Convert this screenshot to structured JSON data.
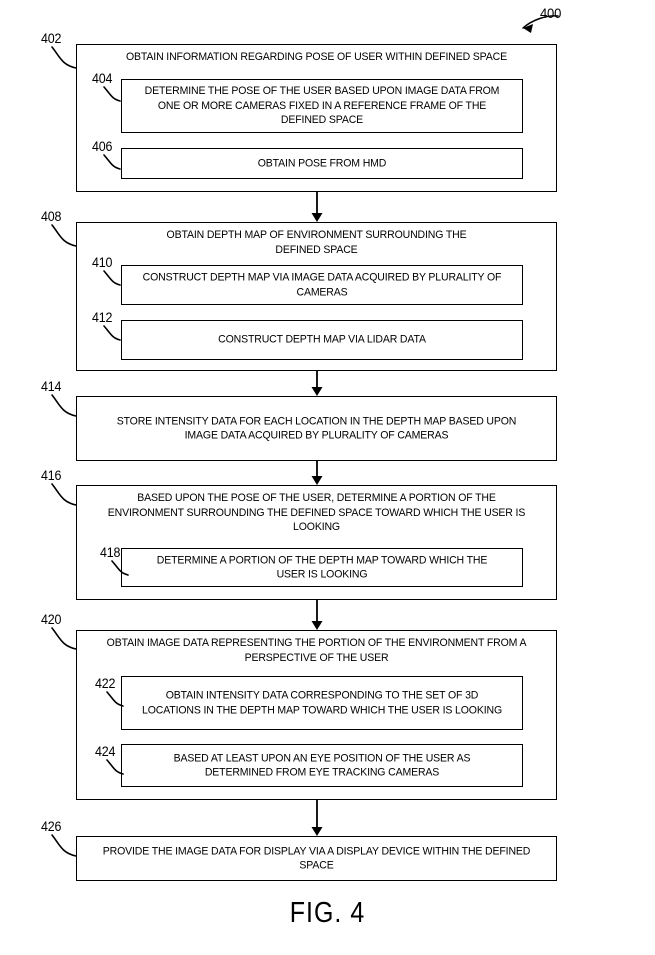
{
  "figure": {
    "number_label": "400",
    "caption": "FIG. 4"
  },
  "steps": [
    {
      "ref": "402",
      "text": "OBTAIN INFORMATION REGARDING POSE OF USER WITHIN DEFINED SPACE",
      "substeps": [
        {
          "ref": "404",
          "text": "DETERMINE THE POSE OF THE USER BASED UPON IMAGE DATA FROM ONE OR MORE CAMERAS FIXED IN A REFERENCE FRAME OF THE DEFINED SPACE"
        },
        {
          "ref": "406",
          "text": "OBTAIN POSE FROM HMD"
        }
      ]
    },
    {
      "ref": "408",
      "text": "OBTAIN DEPTH MAP OF ENVIRONMENT SURROUNDING THE DEFINED SPACE",
      "substeps": [
        {
          "ref": "410",
          "text": "CONSTRUCT DEPTH MAP VIA IMAGE DATA ACQUIRED BY PLURALITY OF CAMERAS"
        },
        {
          "ref": "412",
          "text": "CONSTRUCT DEPTH MAP VIA LIDAR DATA"
        }
      ]
    },
    {
      "ref": "414",
      "text": "STORE INTENSITY DATA FOR EACH LOCATION IN THE DEPTH MAP BASED UPON IMAGE DATA ACQUIRED BY PLURALITY OF CAMERAS",
      "substeps": []
    },
    {
      "ref": "416",
      "text": "BASED UPON THE POSE OF THE USER, DETERMINE A PORTION OF THE ENVIRONMENT SURROUNDING THE DEFINED SPACE TOWARD WHICH THE USER IS LOOKING",
      "substeps": [
        {
          "ref": "418",
          "text": "DETERMINE A PORTION OF THE DEPTH MAP TOWARD WHICH THE USER IS LOOKING"
        }
      ]
    },
    {
      "ref": "420",
      "text": "OBTAIN IMAGE DATA REPRESENTING THE PORTION OF THE ENVIRONMENT FROM A PERSPECTIVE OF THE USER",
      "substeps": [
        {
          "ref": "422",
          "text": "OBTAIN INTENSITY DATA CORRESPONDING TO THE SET OF 3D LOCATIONS IN THE DEPTH MAP TOWARD WHICH THE USER IS LOOKING"
        },
        {
          "ref": "424",
          "text": "BASED AT LEAST UPON AN EYE POSITION OF THE USER AS DETERMINED FROM EYE TRACKING CAMERAS"
        }
      ]
    },
    {
      "ref": "426",
      "text": "PROVIDE THE IMAGE DATA FOR DISPLAY VIA A DISPLAY DEVICE WITHIN THE DEFINED SPACE",
      "substeps": []
    }
  ],
  "chart_data": {
    "type": "table",
    "title": "FIG. 4",
    "note": "Patent process flowchart: six sequential main steps connected top-to-bottom by arrows, several containing nested optional sub-steps."
  }
}
